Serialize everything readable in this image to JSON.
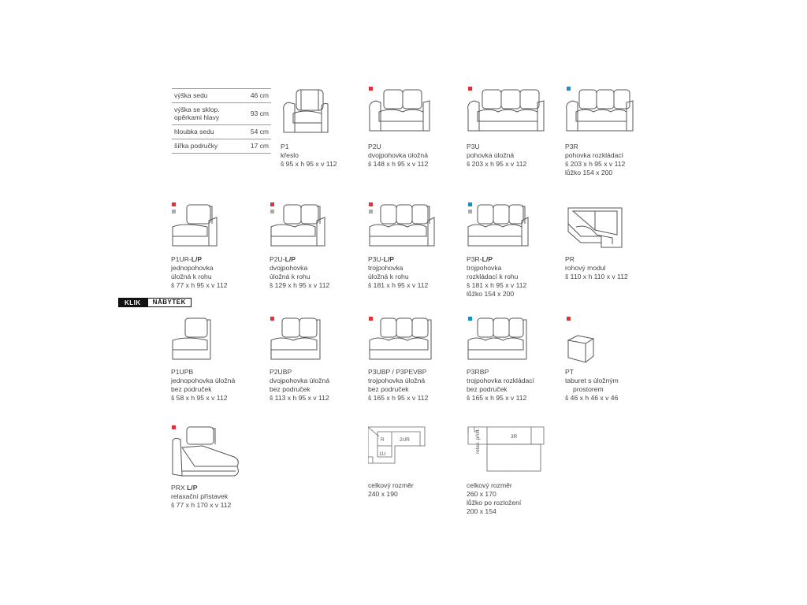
{
  "brand": {
    "part1": "KLIK",
    "part2": "NÁBYTEK"
  },
  "colors": {
    "red": "#d8343a",
    "blue": "#1a8fc4",
    "grey": "#aaaaaa"
  },
  "spec_table": [
    {
      "label": "výška sedu",
      "value": "46 cm"
    },
    {
      "label": "výška se sklop. opěrkami hlavy",
      "value": "93 cm"
    },
    {
      "label": "hloubka sedu",
      "value": "54 cm"
    },
    {
      "label": "šířka područky",
      "value": "17 cm"
    }
  ],
  "items": {
    "p1": {
      "code": "P1",
      "line1": "křeslo",
      "dims": "š 95 x h 95 x v 112"
    },
    "p2u": {
      "code": "P2U",
      "line1": "dvojpohovka úložná",
      "dims": "š 148 x h 95 x v 112"
    },
    "p3u": {
      "code": "P3U",
      "line1": "pohovka úložná",
      "dims": "š 203 x h 95 x v 112"
    },
    "p3r": {
      "code": "P3R",
      "line1": "pohovka rozkládací",
      "dims": "š 203 x h 95 x v 112",
      "line2": "lůžko 154 x 200"
    },
    "p1ur": {
      "code": "P1UR-",
      "code_bold": "L/P",
      "line1": "jednopohovka",
      "line2": "úložná k rohu",
      "dims": "š 77 x h 95 x v 112"
    },
    "p2ur": {
      "code": "P2U-",
      "code_bold": "L/P",
      "line1": "dvojpohovka",
      "line2": "úložná k rohu",
      "dims": "š 129 x h 95 x v 112"
    },
    "p3ur": {
      "code": "P3U-",
      "code_bold": "L/P",
      "line1": "trojpohovka",
      "line2": "úložná k rohu",
      "dims": "š 181 x h 95 x v 112"
    },
    "p3rr": {
      "code": "P3R-",
      "code_bold": "L/P",
      "line1": "trojpohovka",
      "line2": "rozkládací k rohu",
      "dims": "š 181 x h 95 x v 112",
      "line3": "lůžko 154 x 200"
    },
    "pr": {
      "code": "PR",
      "line1": "rohový modul",
      "dims": "š 110 x h 110 x v 112"
    },
    "p1upb": {
      "code": "P1UPB",
      "line1": "jednopohovka úložná",
      "line2": "bez područek",
      "dims": "š 58 x h 95 x v 112"
    },
    "p2ubp": {
      "code": "P2UBP",
      "line1": "dvojpohovka úložná",
      "line2": "bez područek",
      "dims": "š 113 x h 95 x v 112"
    },
    "p3ubp": {
      "code": "P3UBP / P3PEVBP",
      "line1": "trojpohovka úložná",
      "line2": "bez područek",
      "dims": "š 165 x h 95 x v 112"
    },
    "p3rbp": {
      "code": "P3RBP",
      "line1": "trojpohovka rozkládací",
      "line2": "bez područek",
      "dims": "š 165 x h 95 x v 112"
    },
    "pt": {
      "code": "PT",
      "line1": "taburet s úložným",
      "line2": "prostorem",
      "dims": "š 46 x h 46 x v 46"
    },
    "prx": {
      "code": "PRX ",
      "code_bold": "L/P",
      "line1": "relaxační přístavek",
      "dims": "š 77 x h 170 x v 112"
    }
  },
  "plans": {
    "plan1": {
      "labels": [
        "R",
        "2UR",
        "1U"
      ],
      "line1": "celkový rozměr",
      "line2": "240 x 190"
    },
    "plan2": {
      "labels": [
        "relax. příst.",
        "3R"
      ],
      "line1": "celkový rozměr",
      "line2": "260 x 170",
      "line3": "lůžko po rozložení",
      "line4": "200 x 154"
    }
  }
}
